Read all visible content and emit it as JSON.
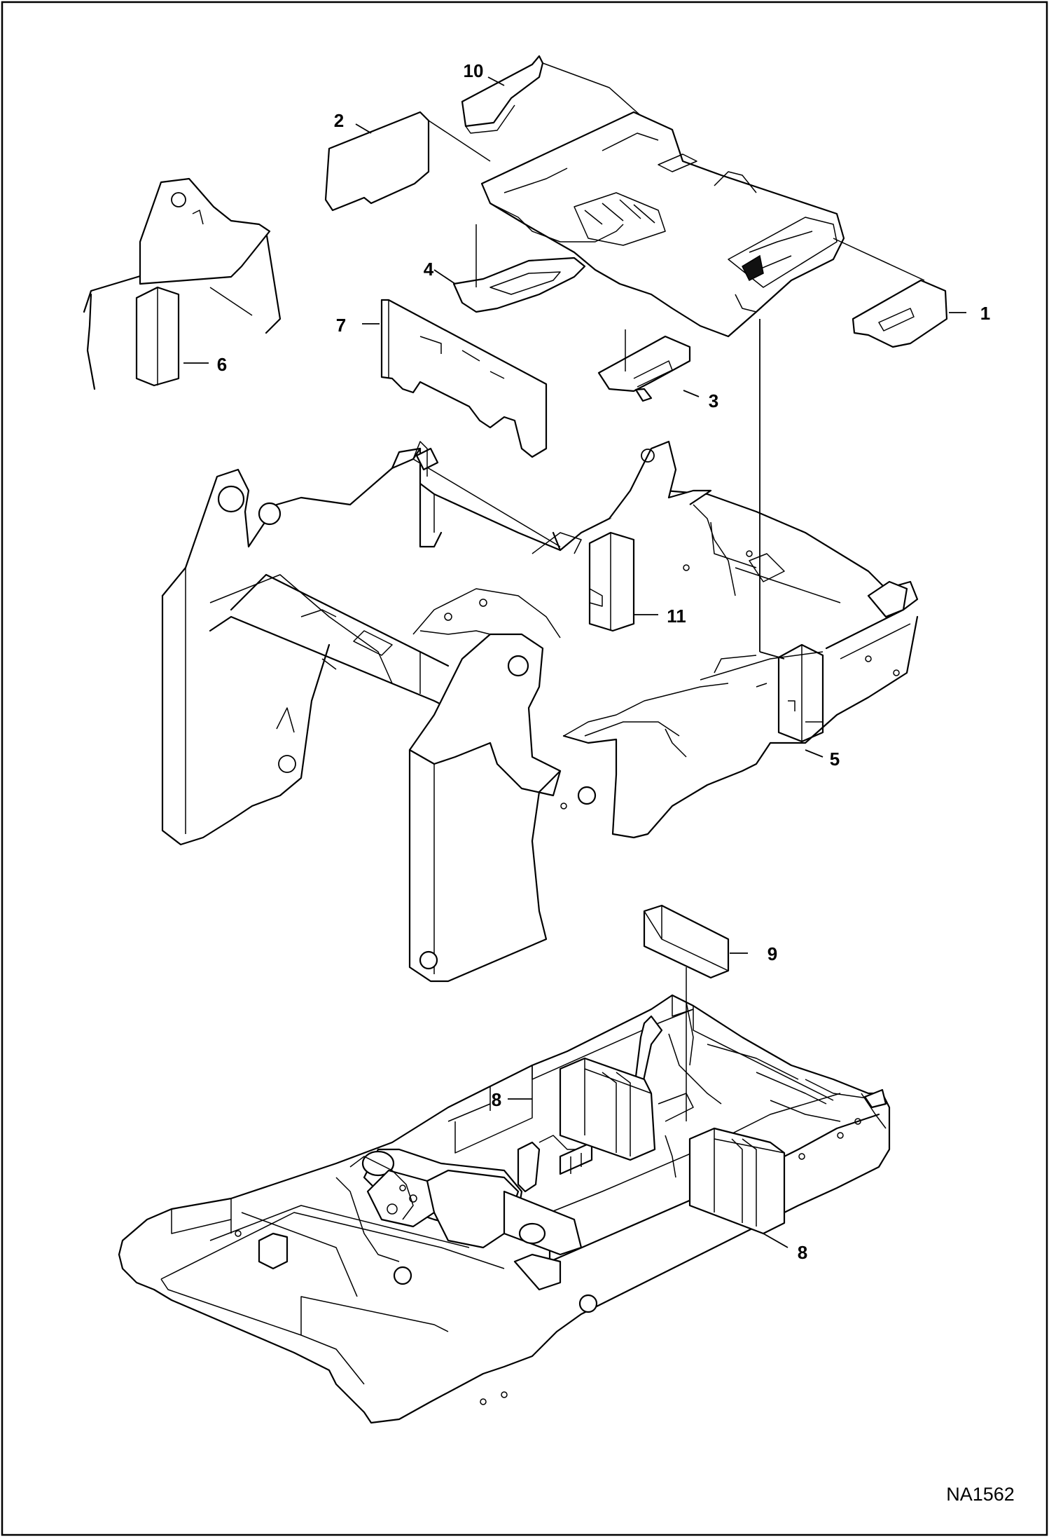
{
  "figure": {
    "document_id": "NA1562",
    "callouts": [
      {
        "id": "c1",
        "label": "1"
      },
      {
        "id": "c2",
        "label": "2"
      },
      {
        "id": "c3",
        "label": "3"
      },
      {
        "id": "c4",
        "label": "4"
      },
      {
        "id": "c5",
        "label": "5"
      },
      {
        "id": "c6",
        "label": "6"
      },
      {
        "id": "c7",
        "label": "7"
      },
      {
        "id": "c8a",
        "label": "8"
      },
      {
        "id": "c8b",
        "label": "8"
      },
      {
        "id": "c9",
        "label": "9"
      },
      {
        "id": "c10",
        "label": "10"
      },
      {
        "id": "c11",
        "label": "11"
      }
    ]
  }
}
